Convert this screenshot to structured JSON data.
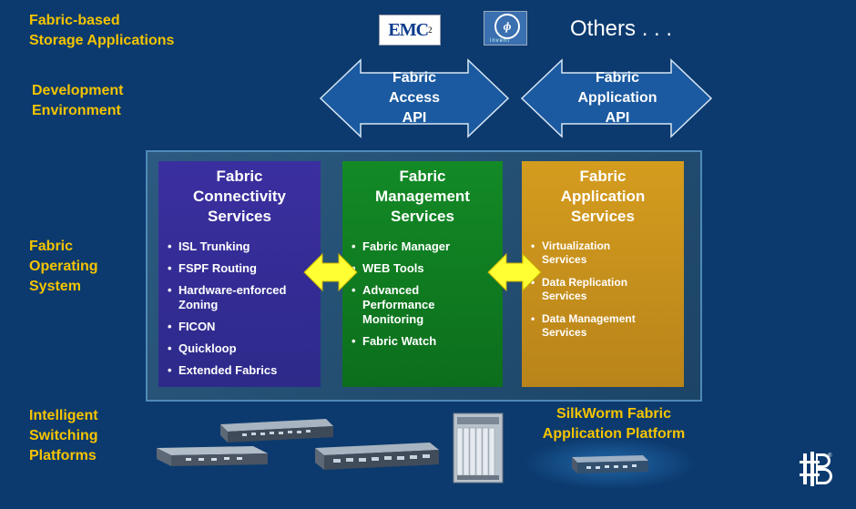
{
  "layers": {
    "storage_apps": "Fabric-based\nStorage Applications",
    "dev_env": "Development\nEnvironment",
    "fabric_os": "Fabric\nOperating\nSystem",
    "switching": "Intelligent\nSwitching\nPlatforms"
  },
  "apps": {
    "emc": "EMC",
    "others": "Others . . ."
  },
  "apis": [
    {
      "label": "Fabric\nAccess\nAPI"
    },
    {
      "label": "Fabric\nApplication\nAPI"
    }
  ],
  "services": {
    "connectivity": {
      "title": "Fabric\nConnectivity\nServices",
      "items": [
        "ISL Trunking",
        "FSPF Routing",
        "Hardware-enforced\nZoning",
        "FICON",
        "Quickloop",
        "Extended Fabrics"
      ]
    },
    "management": {
      "title": "Fabric\nManagement\nServices",
      "items": [
        "Fabric Manager",
        "WEB Tools",
        "Advanced\nPerformance\nMonitoring",
        "Fabric Watch"
      ]
    },
    "application": {
      "title": "Fabric\nApplication\nServices",
      "items": [
        "Virtualization\nServices",
        "Data Replication\nServices",
        "Data Management\nServices"
      ]
    }
  },
  "platforms": {
    "silkworm": "SilkWorm Fabric\nApplication Platform"
  },
  "colors": {
    "background": "#0c3a6e",
    "label_yellow": "#f5c400",
    "connectivity": "#3a2f98",
    "management": "#0f7a1f",
    "application": "#c9921a",
    "arrow_fill": "#ffff33"
  },
  "icons": [
    "hp-logo",
    "switch-device",
    "director-chassis",
    "company-logo"
  ]
}
